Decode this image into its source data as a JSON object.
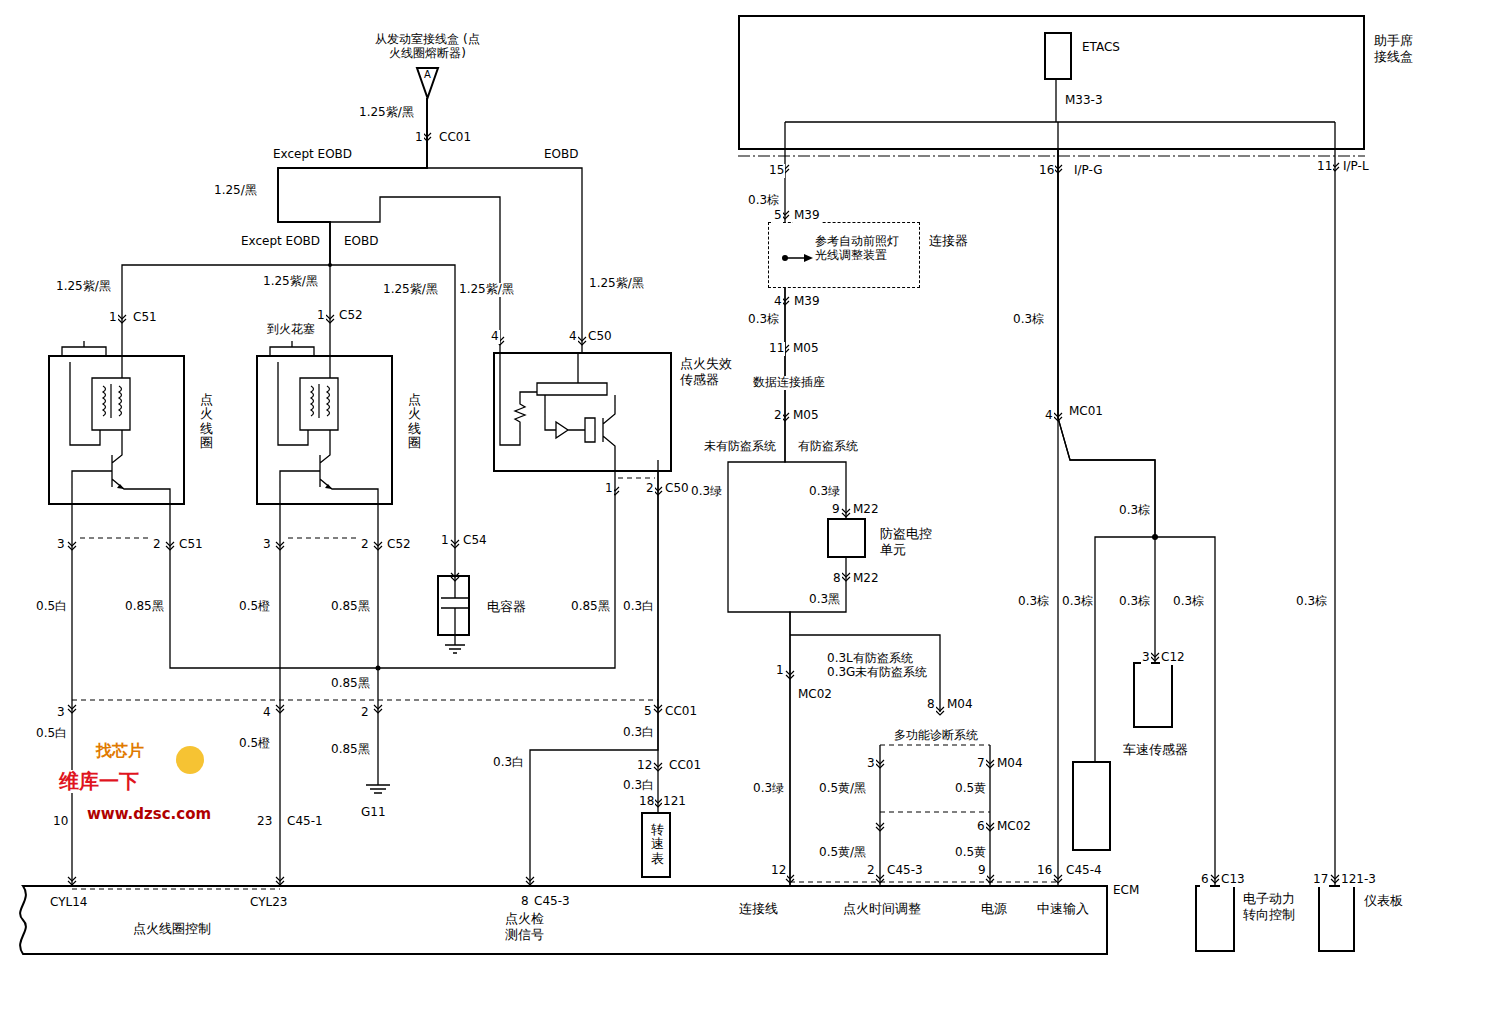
{
  "diagram": {
    "nodes": [
      {
        "text": [
          "从发动室接线盒 (点火线圈熔断器)",
          "A"
        ]
      },
      {
        "text": [
          "点火线圈"
        ]
      },
      {
        "text": [
          "点火线圈"
        ]
      },
      {
        "text": [
          "点火失效传感器"
        ]
      },
      {
        "text": [
          "电容器"
        ]
      },
      {
        "text": [
          "转速表"
        ]
      },
      {
        "text": [
          "助手席接线盒"
        ]
      },
      {
        "text": [
          "ETACS"
        ],
        "in": 6
      },
      {
        "text": [
          "参考自动前照灯光线调整装置",
          "连接器"
        ]
      },
      {
        "text": [
          "防盗电控单元"
        ]
      },
      {
        "text": [
          "车速传感器"
        ]
      },
      {
        "text": [
          "电子动力转向控制"
        ]
      },
      {
        "text": [
          "仪表板"
        ]
      },
      {
        "text": [
          "ECM",
          "CYL14",
          "CYL23",
          "点火线圈控制",
          "点火检测信号",
          "连接线",
          "点火时间调整",
          "电源",
          "中速输入"
        ]
      }
    ],
    "edges": [
      {
        "from": 0,
        "to": 1,
        "arrow": "none"
      },
      {
        "from": 0,
        "to": 2,
        "arrow": "none"
      },
      {
        "from": 0,
        "to": 4,
        "arrow": "none"
      },
      {
        "from": 0,
        "to": 3,
        "arrow": "none"
      },
      {
        "from": 0,
        "to": 3,
        "arrow": "none"
      },
      {
        "from": 1,
        "to": 13,
        "arrow": "none"
      },
      {
        "from": 2,
        "to": 13,
        "arrow": "none"
      },
      {
        "from": 3,
        "to": 5,
        "arrow": "none"
      },
      {
        "from": 3,
        "to": 13,
        "arrow": "none"
      },
      {
        "from": 6,
        "to": 8,
        "arrow": "none"
      },
      {
        "from": 8,
        "to": 9,
        "arrow": "none"
      },
      {
        "from": 8,
        "to": 13,
        "arrow": "none"
      },
      {
        "from": 9,
        "to": 13,
        "arrow": "none"
      },
      {
        "from": 6,
        "to": 13,
        "arrow": "none"
      },
      {
        "from": 6,
        "to": 10,
        "arrow": "none"
      },
      {
        "from": 6,
        "to": 11,
        "arrow": "none"
      },
      {
        "from": 6,
        "to": 12,
        "arrow": "none"
      }
    ],
    "labels": [
      "1.25紫/黑",
      "1",
      "CC01",
      "Except EOBD",
      "EOBD",
      "1.25/黑",
      "Except EOBD",
      "EOBD",
      "1.25紫/黑",
      "1.25紫/黑",
      "1.25紫/黑",
      "1.25紫/黑",
      "1.25紫/黑",
      "1",
      "C51",
      "1",
      "C52",
      "到火花塞",
      "4",
      "4",
      "C50",
      "3",
      "2",
      "C51",
      "3",
      "2",
      "C52",
      "1",
      "C54",
      "1",
      "2",
      "C50",
      "0.5白",
      "0.85黑",
      "0.5橙",
      "0.85黑",
      "0.85黑",
      "0.3白",
      "0.85黑",
      "3",
      "4",
      "2",
      "5",
      "CC01",
      "0.5白",
      "0.5橙",
      "0.85黑",
      "0.3白",
      "0.3白",
      "12",
      "CC01",
      "0.3白",
      "18",
      "121",
      "G11",
      "10",
      "23",
      "C45-1",
      "8",
      "C45-3",
      "M33-3",
      "15",
      "16",
      "I/P-G",
      "11",
      "I/P-L",
      "0.3棕",
      "5",
      "M39",
      "4",
      "M39",
      "0.3棕",
      "11",
      "M05",
      "数据连接插座",
      "2",
      "M05",
      "未有防盗系统",
      "有防盗系统",
      "0.3绿",
      "0.3绿",
      "9",
      "M22",
      "8",
      "M22",
      "0.3黑",
      "0.3棕",
      "4",
      "MC01",
      "0.3棕",
      "0.3棕",
      "0.3棕",
      "0.3棕",
      "0.3棕",
      "0.3棕",
      "3",
      "C12",
      "1",
      "MC02",
      "0.3L有防盗系统",
      "0.3G未有防盗系统",
      "8",
      "M04",
      "多功能诊断系统",
      "3",
      "7",
      "M04",
      "0.5黄/黑",
      "0.5黄",
      "0.3绿",
      "6",
      "MC02",
      "0.5黄/黑",
      "0.5黄",
      "12",
      "2",
      "C45-3",
      "9",
      "16",
      "C45-4",
      "6",
      "C13",
      "17",
      "121-3",
      "找芯片",
      "维库一下",
      "www.dzsc.com"
    ]
  }
}
